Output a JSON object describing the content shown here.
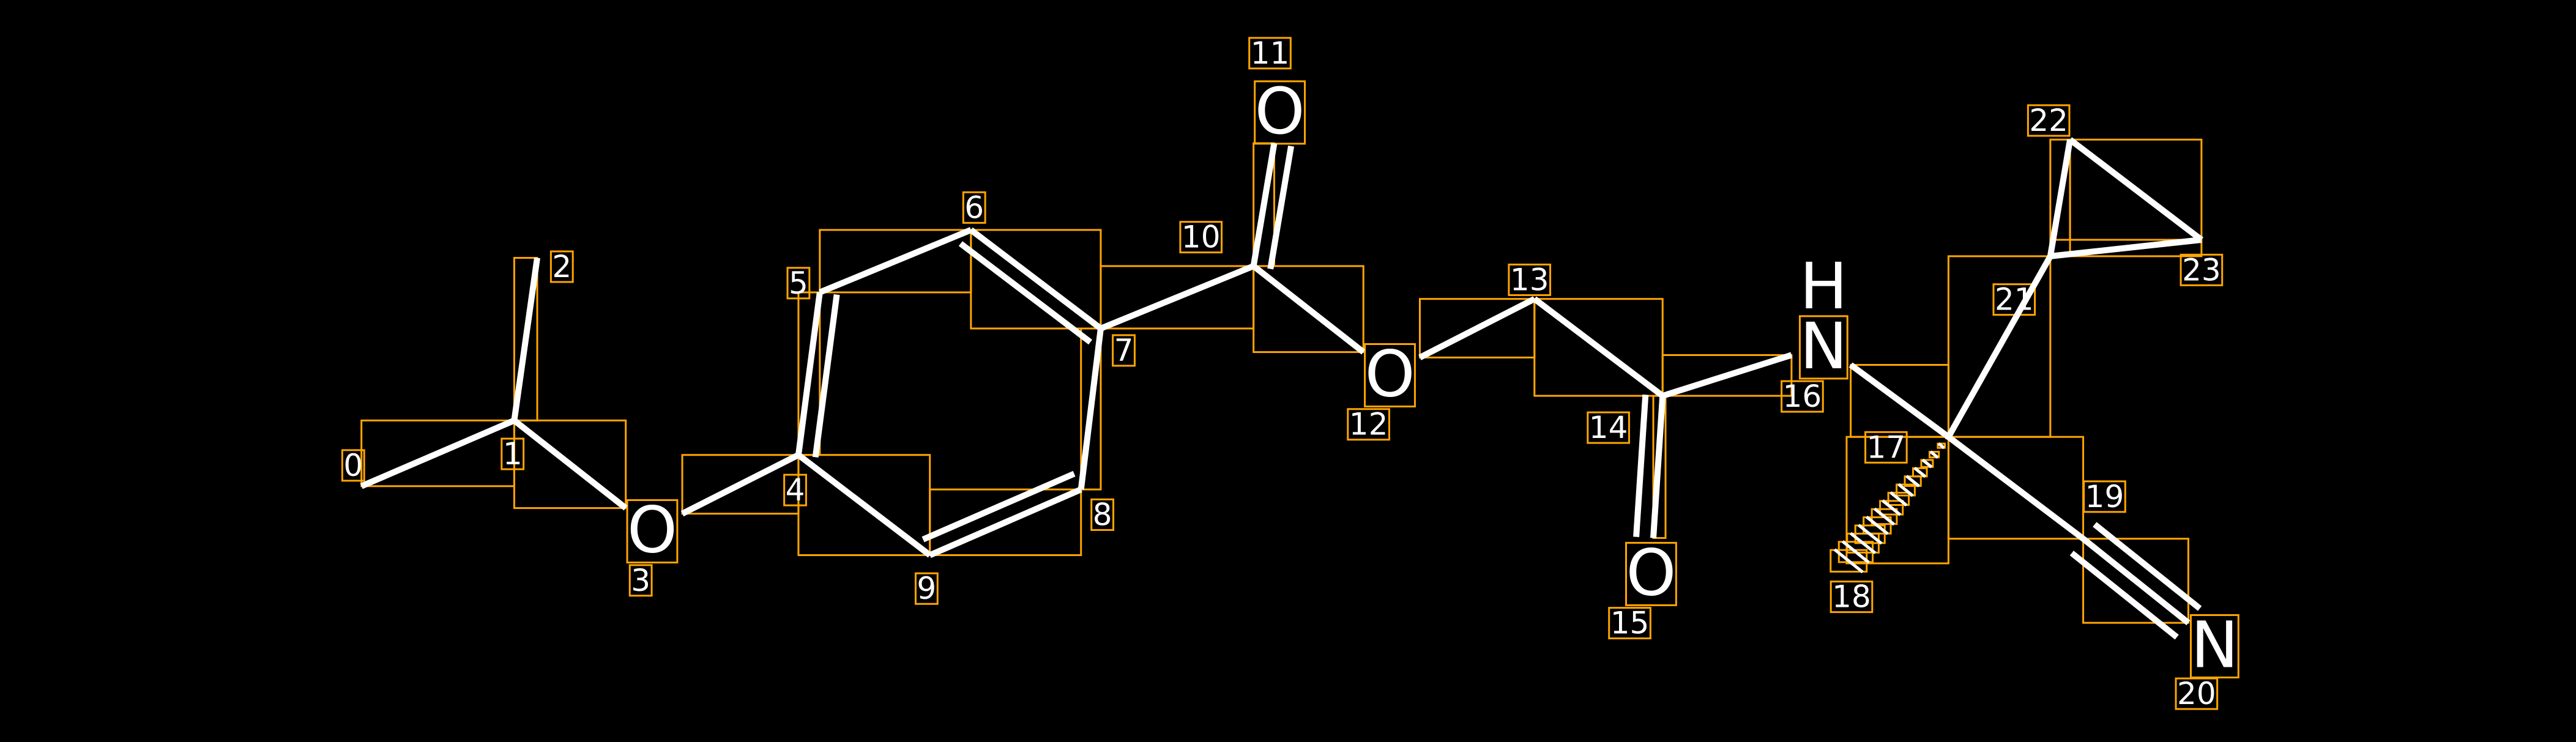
{
  "colors": {
    "background": "#000000",
    "bond": "#ffffff",
    "box": "#ffa500"
  },
  "atoms": [
    {
      "index": "0",
      "element": ""
    },
    {
      "index": "1",
      "element": ""
    },
    {
      "index": "2",
      "element": ""
    },
    {
      "index": "3",
      "element": "O"
    },
    {
      "index": "4",
      "element": ""
    },
    {
      "index": "5",
      "element": ""
    },
    {
      "index": "6",
      "element": ""
    },
    {
      "index": "7",
      "element": ""
    },
    {
      "index": "8",
      "element": ""
    },
    {
      "index": "9",
      "element": ""
    },
    {
      "index": "10",
      "element": ""
    },
    {
      "index": "11",
      "element": "O"
    },
    {
      "index": "12",
      "element": "O"
    },
    {
      "index": "13",
      "element": ""
    },
    {
      "index": "14",
      "element": ""
    },
    {
      "index": "15",
      "element": "O"
    },
    {
      "index": "16",
      "element": "N",
      "hydrogen": "H"
    },
    {
      "index": "17",
      "element": ""
    },
    {
      "index": "18",
      "element": ""
    },
    {
      "index": "19",
      "element": ""
    },
    {
      "index": "20",
      "element": "N"
    },
    {
      "index": "21",
      "element": ""
    },
    {
      "index": "22",
      "element": ""
    },
    {
      "index": "23",
      "element": ""
    }
  ],
  "bonds": [
    {
      "a": 0,
      "b": 1,
      "order": 1
    },
    {
      "a": 1,
      "b": 2,
      "order": 1
    },
    {
      "a": 1,
      "b": 3,
      "order": 1
    },
    {
      "a": 3,
      "b": 4,
      "order": 1
    },
    {
      "a": 4,
      "b": 5,
      "order": 2
    },
    {
      "a": 5,
      "b": 6,
      "order": 1
    },
    {
      "a": 6,
      "b": 7,
      "order": 2
    },
    {
      "a": 7,
      "b": 8,
      "order": 1
    },
    {
      "a": 8,
      "b": 9,
      "order": 2
    },
    {
      "a": 9,
      "b": 4,
      "order": 1
    },
    {
      "a": 7,
      "b": 10,
      "order": 1
    },
    {
      "a": 10,
      "b": 11,
      "order": 2
    },
    {
      "a": 10,
      "b": 12,
      "order": 1
    },
    {
      "a": 12,
      "b": 13,
      "order": 1
    },
    {
      "a": 13,
      "b": 14,
      "order": 1
    },
    {
      "a": 14,
      "b": 15,
      "order": 2
    },
    {
      "a": 14,
      "b": 16,
      "order": 1
    },
    {
      "a": 16,
      "b": 17,
      "order": 1
    },
    {
      "a": 17,
      "b": 18,
      "order": 1,
      "stereo": "hash"
    },
    {
      "a": 17,
      "b": 19,
      "order": 1
    },
    {
      "a": 19,
      "b": 20,
      "order": 3
    },
    {
      "a": 17,
      "b": 21,
      "order": 1
    },
    {
      "a": 21,
      "b": 22,
      "order": 1
    },
    {
      "a": 22,
      "b": 23,
      "order": 1
    },
    {
      "a": 21,
      "b": 23,
      "order": 1
    }
  ]
}
